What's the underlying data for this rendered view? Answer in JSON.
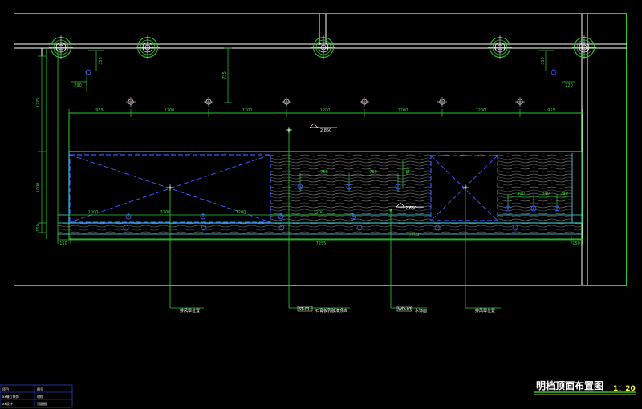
{
  "drawing": {
    "title": "明档顶面布置图",
    "scale": "1：20"
  },
  "dimensions": {
    "top_segments": [
      "955",
      "1200",
      "1200",
      "1200",
      "1200",
      "1200",
      "955"
    ],
    "lower_segments": [
      "1000",
      "3200",
      "1200",
      "1200"
    ],
    "total_inner": "7255",
    "total_outer": "7700",
    "left_edge": "150",
    "right_edge": "150",
    "left_offset": "290",
    "right_offset": "220",
    "left_light_drop": "350",
    "right_light_drop": "350",
    "drop_735": "735",
    "vert_1275": "1275",
    "vert_1000": "1000",
    "vert_150": "150",
    "panel_a": "750",
    "panel_b": "750",
    "panel_v": "400",
    "small_a": "300",
    "small_b": "340",
    "small_c": "240",
    "level_1": "2.850",
    "level_2": "2.650"
  },
  "callouts": [
    {
      "text": "排风罩位置"
    },
    {
      "text": "石膏板乳胶漆顶白",
      "tag": "ST-01"
    },
    {
      "text": "木饰面",
      "tag": "WD-01"
    },
    {
      "text": "排风罩位置"
    }
  ],
  "title_block": {
    "rows": [
      [
        "项目",
        "",
        "图号"
      ],
      [
        "xx餐厅装饰",
        "",
        "明档"
      ],
      [
        "xx设计",
        "",
        "顶面图"
      ]
    ]
  },
  "colors": {
    "outline": "#2dcc2d",
    "wall": "#ffffff",
    "counter": "#4ae0ea",
    "fixture": "#3a55ff",
    "texture": "#c8c8c8"
  }
}
